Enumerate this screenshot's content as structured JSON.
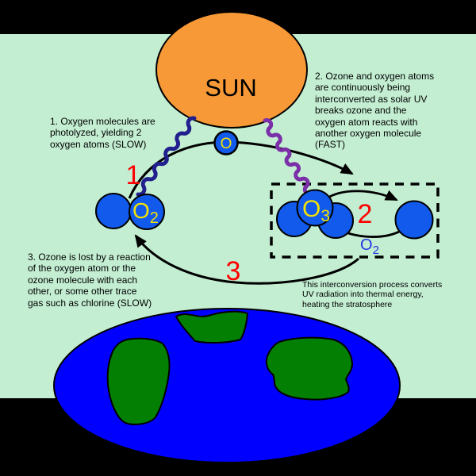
{
  "sun": {
    "label": "SUN"
  },
  "steps": {
    "step1": {
      "number": "1",
      "lines": [
        "1. Oxygen molecules are",
        "photolyzed, yielding 2",
        "oxygen atoms (SLOW)"
      ]
    },
    "step2": {
      "number": "2",
      "lines": [
        "2. Ozone and oxygen atoms",
        "are continuously being",
        "interconverted as solar UV",
        "breaks ozone and the",
        "oxygen atom reacts with",
        "another oxygen molecule",
        "(FAST)"
      ]
    },
    "step3": {
      "number": "3",
      "lines": [
        "3. Ozone is lost by a reaction",
        "of the oxygen atom or the",
        "ozone molecule with each",
        "other, or some other trace",
        "gas such as chlorine (SLOW)"
      ]
    }
  },
  "note": {
    "lines": [
      "This interconversion process converts",
      "UV radiation into thermal energy,",
      "heating the stratosphere"
    ]
  },
  "molecules": {
    "o2": {
      "main": "O",
      "sub": "2"
    },
    "o3": {
      "main": "O",
      "sub": "3"
    },
    "o_atom": {
      "label": "O"
    },
    "o2_product": {
      "main": "O",
      "sub": "2"
    }
  },
  "colors": {
    "background_black": "#000000",
    "sky_green": "#C3EED2",
    "sun_orange": "#F79937",
    "molecule_blue": "#115AEB",
    "earth_blue": "#0000FF",
    "land_green": "#038003",
    "label_yellow": "#F4E204",
    "number_red": "#FF0000",
    "uv_navy": "#221F8E",
    "uv_purple": "#7B2FA8",
    "o2_label_blue": "#2236E4"
  }
}
